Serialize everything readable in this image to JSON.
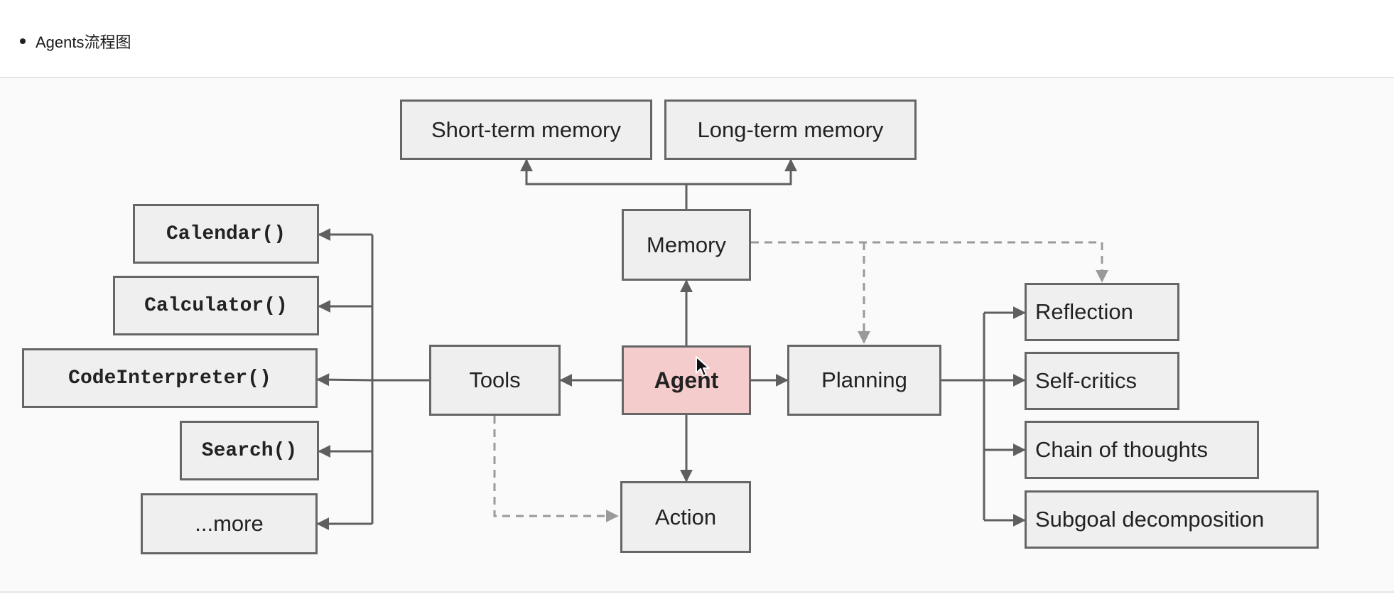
{
  "heading": {
    "text": "Agents流程图"
  },
  "colors": {
    "agent_fill": "#f4cccc",
    "node_fill": "#efefef",
    "border": "#666666",
    "dashed": "#9a9a9a"
  },
  "nodes": {
    "short_term_memory": "Short-term memory",
    "long_term_memory": "Long-term memory",
    "memory": "Memory",
    "agent": "Agent",
    "tools": "Tools",
    "planning": "Planning",
    "action": "Action",
    "calendar": "Calendar()",
    "calculator": "Calculator()",
    "code_interpreter": "CodeInterpreter()",
    "search": "Search()",
    "more": "...more",
    "reflection": "Reflection",
    "self_critics": "Self-critics",
    "chain_of_thoughts": "Chain of thoughts",
    "subgoal_decomposition": "Subgoal decomposition"
  },
  "icons": {
    "cursor": "mouse-pointer-icon"
  }
}
